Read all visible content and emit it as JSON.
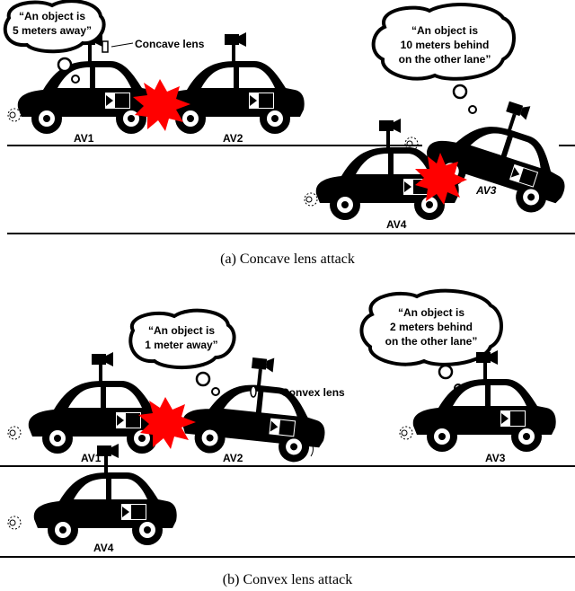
{
  "panel_a": {
    "caption": "(a)  Concave lens attack",
    "lens_label": "Concave lens",
    "bubble_left": [
      "“An object is",
      "5 meters away”"
    ],
    "bubble_right": [
      "“An object is",
      "10 meters behind",
      "on the other lane”"
    ],
    "cars": {
      "av1": "AV1",
      "av2": "AV2",
      "av3": "AV3",
      "av4": "AV4"
    }
  },
  "panel_b": {
    "caption": "(b)  Convex lens attack",
    "lens_label": "Convex lens",
    "bubble_left": [
      "“An object is",
      "1 meter away”"
    ],
    "bubble_right": [
      "“An object is",
      "2 meters behind",
      "on the other lane”"
    ],
    "cars": {
      "av1": "AV1",
      "av2": "AV2",
      "av3": "AV3",
      "av4": "AV4"
    }
  },
  "colors": {
    "car": "#000000",
    "crash": "#ff0000",
    "road": "#000000"
  }
}
